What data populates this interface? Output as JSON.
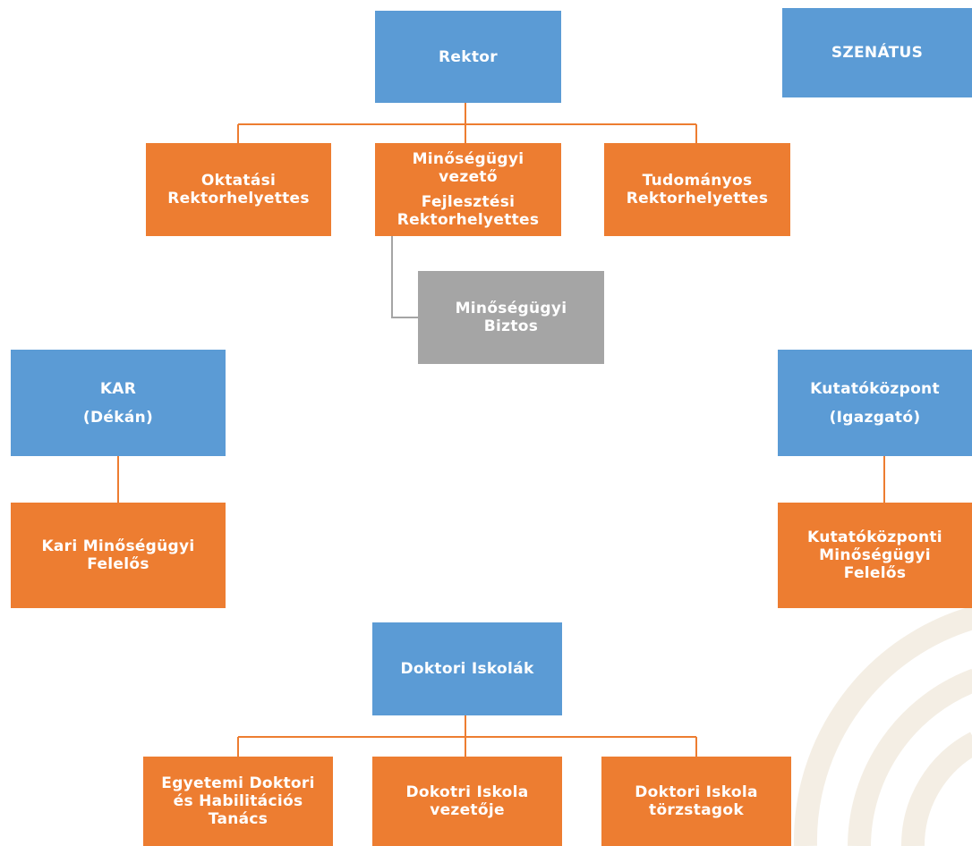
{
  "rector_group": {
    "rektor": "Rektor",
    "szenatus": "SZENÁTUS",
    "oktatasi": [
      "Oktatási",
      "Rektorhelyettes"
    ],
    "minosegugyi_vezeto": [
      "Minőségügyi",
      "vezető"
    ],
    "fejlesztesi": [
      "Fejlesztési",
      "Rektorhelyettes"
    ],
    "tudomanyos": [
      "Tudományos",
      "Rektorhelyettes"
    ],
    "biztos": [
      "Minőségügyi",
      "Biztos"
    ]
  },
  "faculty": {
    "kar": "KAR",
    "dekan": "(Dékán)",
    "kari_felelos": [
      "Kari Minőségügyi",
      "Felelős"
    ]
  },
  "research": {
    "kutatokozpont": "Kutatóközpont",
    "igazgato": "(Igazgató)",
    "felelos": [
      "Kutatóközponti",
      "Minőségügyi",
      "Felelős"
    ]
  },
  "doctoral": {
    "iskolak": "Doktori Iskolák",
    "tanacs": [
      "Egyetemi Doktori",
      "és Habilitációs",
      "Tanács"
    ],
    "vezetoje": [
      "Dokotri Iskola",
      "vezetője"
    ],
    "torzstagok": [
      "Doktori Iskola",
      "törzstagok"
    ]
  },
  "colors": {
    "blue": "#5b9bd5",
    "orange": "#ed7d31",
    "gray": "#a5a5a5",
    "connector_orange": "#ed7d31",
    "connector_gray": "#a5a5a5"
  }
}
